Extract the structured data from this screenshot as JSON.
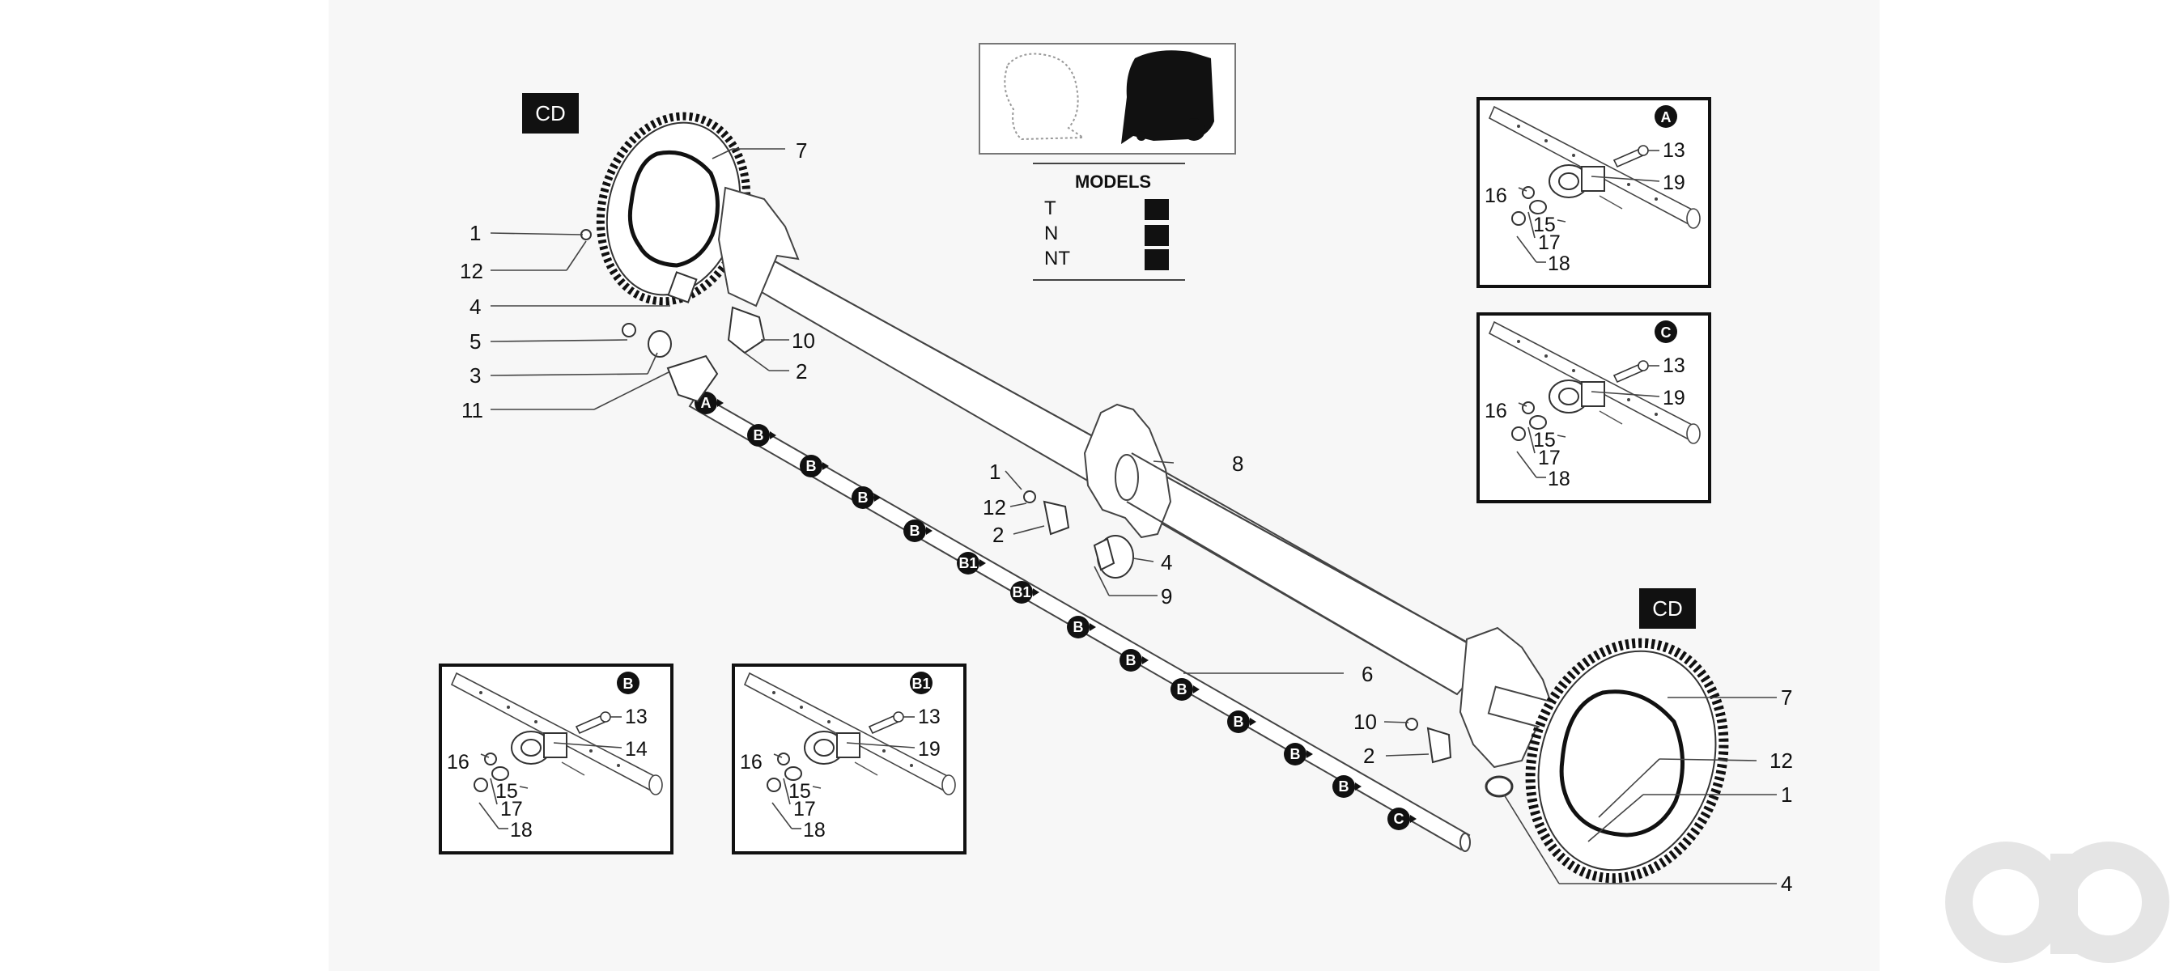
{
  "tags": {
    "cd_left": "CD",
    "cd_right": "CD"
  },
  "models": {
    "title": "MODELS",
    "rows": [
      {
        "code": "T",
        "checked": true
      },
      {
        "code": "N",
        "checked": true
      },
      {
        "code": "NT",
        "checked": true
      }
    ]
  },
  "main_callouts": {
    "n1a": "1",
    "n12a": "12",
    "n4a": "4",
    "n5a": "5",
    "n3a": "3",
    "n11a": "11",
    "n7a": "7",
    "n10a": "10",
    "n2a": "2",
    "n1b": "1",
    "n12b": "12",
    "n2b": "2",
    "n8": "8",
    "n4b": "4",
    "n9": "9",
    "n6": "6",
    "n10c": "10",
    "n2c": "2",
    "n7b": "7",
    "n12c": "12",
    "n1c": "1",
    "n4c": "4"
  },
  "bearings": [
    "A",
    "B",
    "B",
    "B",
    "B",
    "B1",
    "B1",
    "B",
    "B",
    "B",
    "B",
    "B",
    "B",
    "C"
  ],
  "insets": [
    {
      "id": "A",
      "badge": "A",
      "c1": "13",
      "c2": "19",
      "c3": "16",
      "c4": "15",
      "c5": "17",
      "c6": "18"
    },
    {
      "id": "C",
      "badge": "C",
      "c1": "13",
      "c2": "19",
      "c3": "16",
      "c4": "15",
      "c5": "17",
      "c6": "18"
    },
    {
      "id": "B",
      "badge": "B",
      "c1": "13",
      "c2": "14",
      "c3": "16",
      "c4": "15",
      "c5": "17",
      "c6": "18"
    },
    {
      "id": "B1",
      "badge": "B1",
      "c1": "13",
      "c2": "19",
      "c3": "16",
      "c4": "15",
      "c5": "17",
      "c6": "18"
    }
  ],
  "watermark": "ao"
}
